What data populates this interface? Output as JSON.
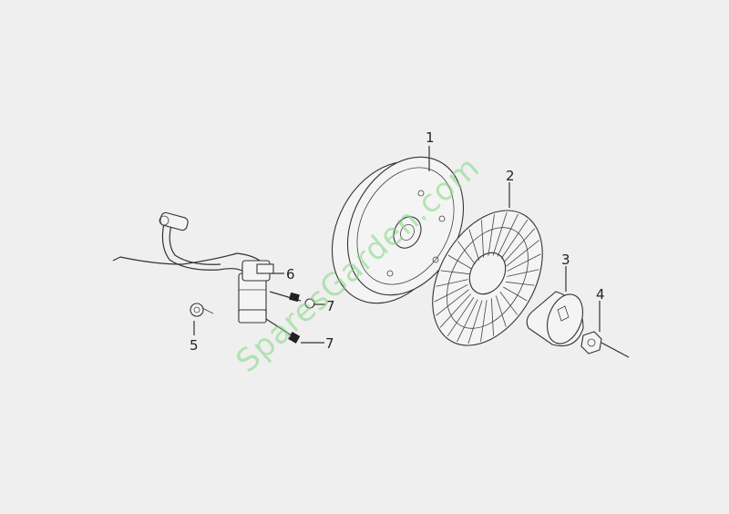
{
  "diagram": {
    "watermark": "SparesGarden.com",
    "callouts": [
      {
        "id": "flywheel",
        "label": "1"
      },
      {
        "id": "cooling-fan",
        "label": "2"
      },
      {
        "id": "starter-cup",
        "label": "3"
      },
      {
        "id": "flywheel-nut",
        "label": "4"
      },
      {
        "id": "wire-clip",
        "label": "5"
      },
      {
        "id": "ignition-coil",
        "label": "6"
      },
      {
        "id": "coil-bolt-upper",
        "label": "7"
      },
      {
        "id": "coil-bolt-lower",
        "label": "7"
      }
    ]
  }
}
